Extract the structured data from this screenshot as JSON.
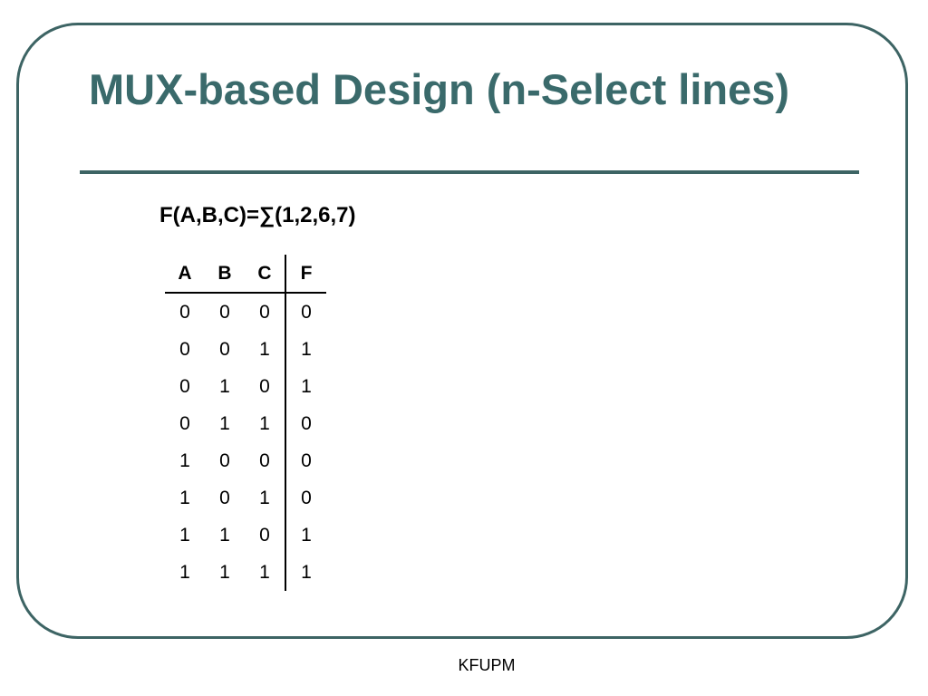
{
  "slide": {
    "title": "MUX-based Design (n-Select lines)",
    "formula": "F(A,B,C)=∑(1,2,6,7)",
    "footer": "KFUPM",
    "colors": {
      "title": "#3a6a6b",
      "frame_border": "#3d6464",
      "text": "#000000",
      "background": "#ffffff"
    }
  },
  "truth_table": {
    "headers": [
      "A",
      "B",
      "C",
      "F"
    ],
    "rows": [
      [
        "0",
        "0",
        "0",
        "0"
      ],
      [
        "0",
        "0",
        "1",
        "1"
      ],
      [
        "0",
        "1",
        "0",
        "1"
      ],
      [
        "0",
        "1",
        "1",
        "0"
      ],
      [
        "1",
        "0",
        "0",
        "0"
      ],
      [
        "1",
        "0",
        "1",
        "0"
      ],
      [
        "1",
        "1",
        "0",
        "1"
      ],
      [
        "1",
        "1",
        "1",
        "1"
      ]
    ]
  }
}
